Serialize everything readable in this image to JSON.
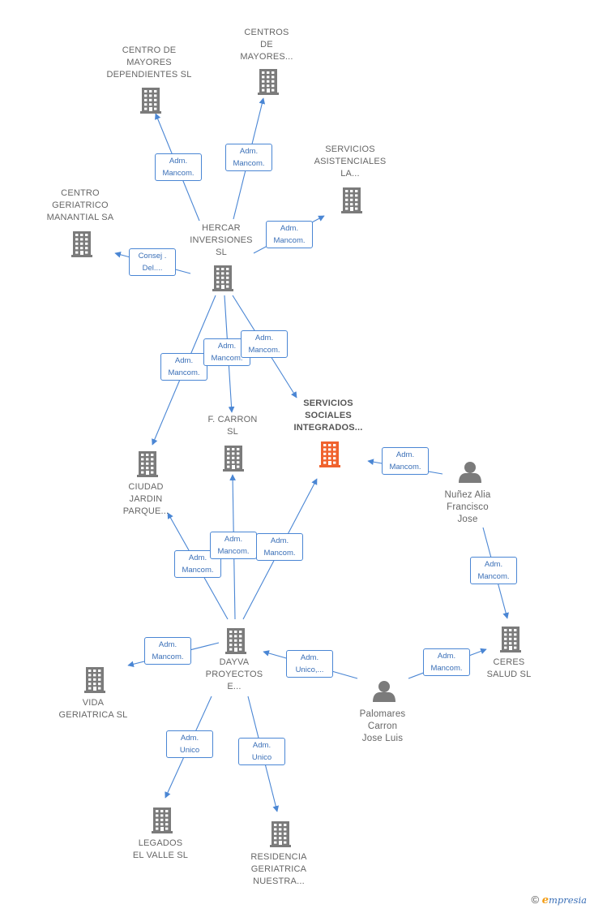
{
  "colors": {
    "edge": "#4a86d4",
    "building": "#7b7b7b",
    "focus_building": "#f0622d",
    "person": "#7b7b7b"
  },
  "nodes": [
    {
      "id": "centro_mayores_dep",
      "type": "building",
      "lines": [
        "CENTRO DE",
        "MAYORES",
        "DEPENDIENTES SL"
      ]
    },
    {
      "id": "centros_mayores",
      "type": "building",
      "lines": [
        "CENTROS",
        "DE",
        "MAYORES..."
      ]
    },
    {
      "id": "servicios_asist",
      "type": "building",
      "lines": [
        "SERVICIOS",
        "ASISTENCIALES",
        "LA..."
      ]
    },
    {
      "id": "centro_geriatrico",
      "type": "building",
      "lines": [
        "CENTRO",
        "GERIATRICO",
        "MANANTIAL SA"
      ]
    },
    {
      "id": "hercar",
      "type": "building",
      "lines": [
        "HERCAR",
        "INVERSIONES",
        "SL"
      ]
    },
    {
      "id": "servicios_sociales",
      "type": "building",
      "focus": true,
      "lines": [
        "SERVICIOS",
        "SOCIALES",
        "INTEGRADOS..."
      ]
    },
    {
      "id": "f_carron",
      "type": "building",
      "lines": [
        "F.  CARRON",
        "SL"
      ]
    },
    {
      "id": "ciudad_jardin",
      "type": "building",
      "lines": [
        "CIUDAD",
        "JARDIN",
        "PARQUE..."
      ]
    },
    {
      "id": "nunez",
      "type": "person",
      "lines": [
        "Nuñez Alia",
        "Francisco",
        "Jose"
      ]
    },
    {
      "id": "dayva",
      "type": "building",
      "lines": [
        "DAYVA",
        "PROYECTOS",
        "E..."
      ]
    },
    {
      "id": "ceres",
      "type": "building",
      "lines": [
        "CERES",
        "SALUD SL"
      ]
    },
    {
      "id": "vida_geriatrica",
      "type": "building",
      "lines": [
        "VIDA",
        "GERIATRICA SL"
      ]
    },
    {
      "id": "palomares",
      "type": "person",
      "lines": [
        "Palomares",
        "Carron",
        "Jose Luis"
      ]
    },
    {
      "id": "legados",
      "type": "building",
      "lines": [
        "LEGADOS",
        "EL VALLE  SL"
      ]
    },
    {
      "id": "residencia",
      "type": "building",
      "lines": [
        "RESIDENCIA",
        "GERIATRICA",
        "NUESTRA..."
      ]
    }
  ],
  "edges": [
    {
      "from": "hercar",
      "to": "centro_mayores_dep",
      "lines": [
        "Adm.",
        "Mancom."
      ]
    },
    {
      "from": "hercar",
      "to": "centros_mayores",
      "lines": [
        "Adm.",
        "Mancom."
      ]
    },
    {
      "from": "hercar",
      "to": "servicios_asist",
      "lines": [
        "Adm.",
        "Mancom."
      ]
    },
    {
      "from": "hercar",
      "to": "centro_geriatrico",
      "lines": [
        "Consej .",
        "Del...."
      ]
    },
    {
      "from": "hercar",
      "to": "ciudad_jardin",
      "lines": [
        "Adm.",
        "Mancom."
      ]
    },
    {
      "from": "hercar",
      "to": "f_carron",
      "lines": [
        "Adm.",
        "Mancom."
      ]
    },
    {
      "from": "hercar",
      "to": "servicios_sociales",
      "lines": [
        "Adm.",
        "Mancom."
      ]
    },
    {
      "from": "nunez",
      "to": "servicios_sociales",
      "lines": [
        "Adm.",
        "Mancom."
      ]
    },
    {
      "from": "nunez",
      "to": "ceres",
      "lines": [
        "Adm.",
        "Mancom."
      ]
    },
    {
      "from": "dayva",
      "to": "ciudad_jardin",
      "lines": [
        "Adm.",
        "Mancom."
      ]
    },
    {
      "from": "dayva",
      "to": "f_carron",
      "lines": [
        "Adm.",
        "Mancom."
      ]
    },
    {
      "from": "dayva",
      "to": "servicios_sociales",
      "lines": [
        "Adm.",
        "Mancom."
      ]
    },
    {
      "from": "dayva",
      "to": "vida_geriatrica",
      "lines": [
        "Adm.",
        "Mancom."
      ]
    },
    {
      "from": "palomares",
      "to": "dayva",
      "lines": [
        "Adm.",
        "Unico,..."
      ]
    },
    {
      "from": "palomares",
      "to": "ceres",
      "lines": [
        "Adm.",
        "Mancom."
      ]
    },
    {
      "from": "dayva",
      "to": "legados",
      "lines": [
        "Adm.",
        "Unico"
      ]
    },
    {
      "from": "dayva",
      "to": "residencia",
      "lines": [
        "Adm.",
        "Unico"
      ]
    }
  ],
  "footer": {
    "copyright": "©",
    "brand_initial": "e",
    "brand_rest": "mpresia"
  }
}
